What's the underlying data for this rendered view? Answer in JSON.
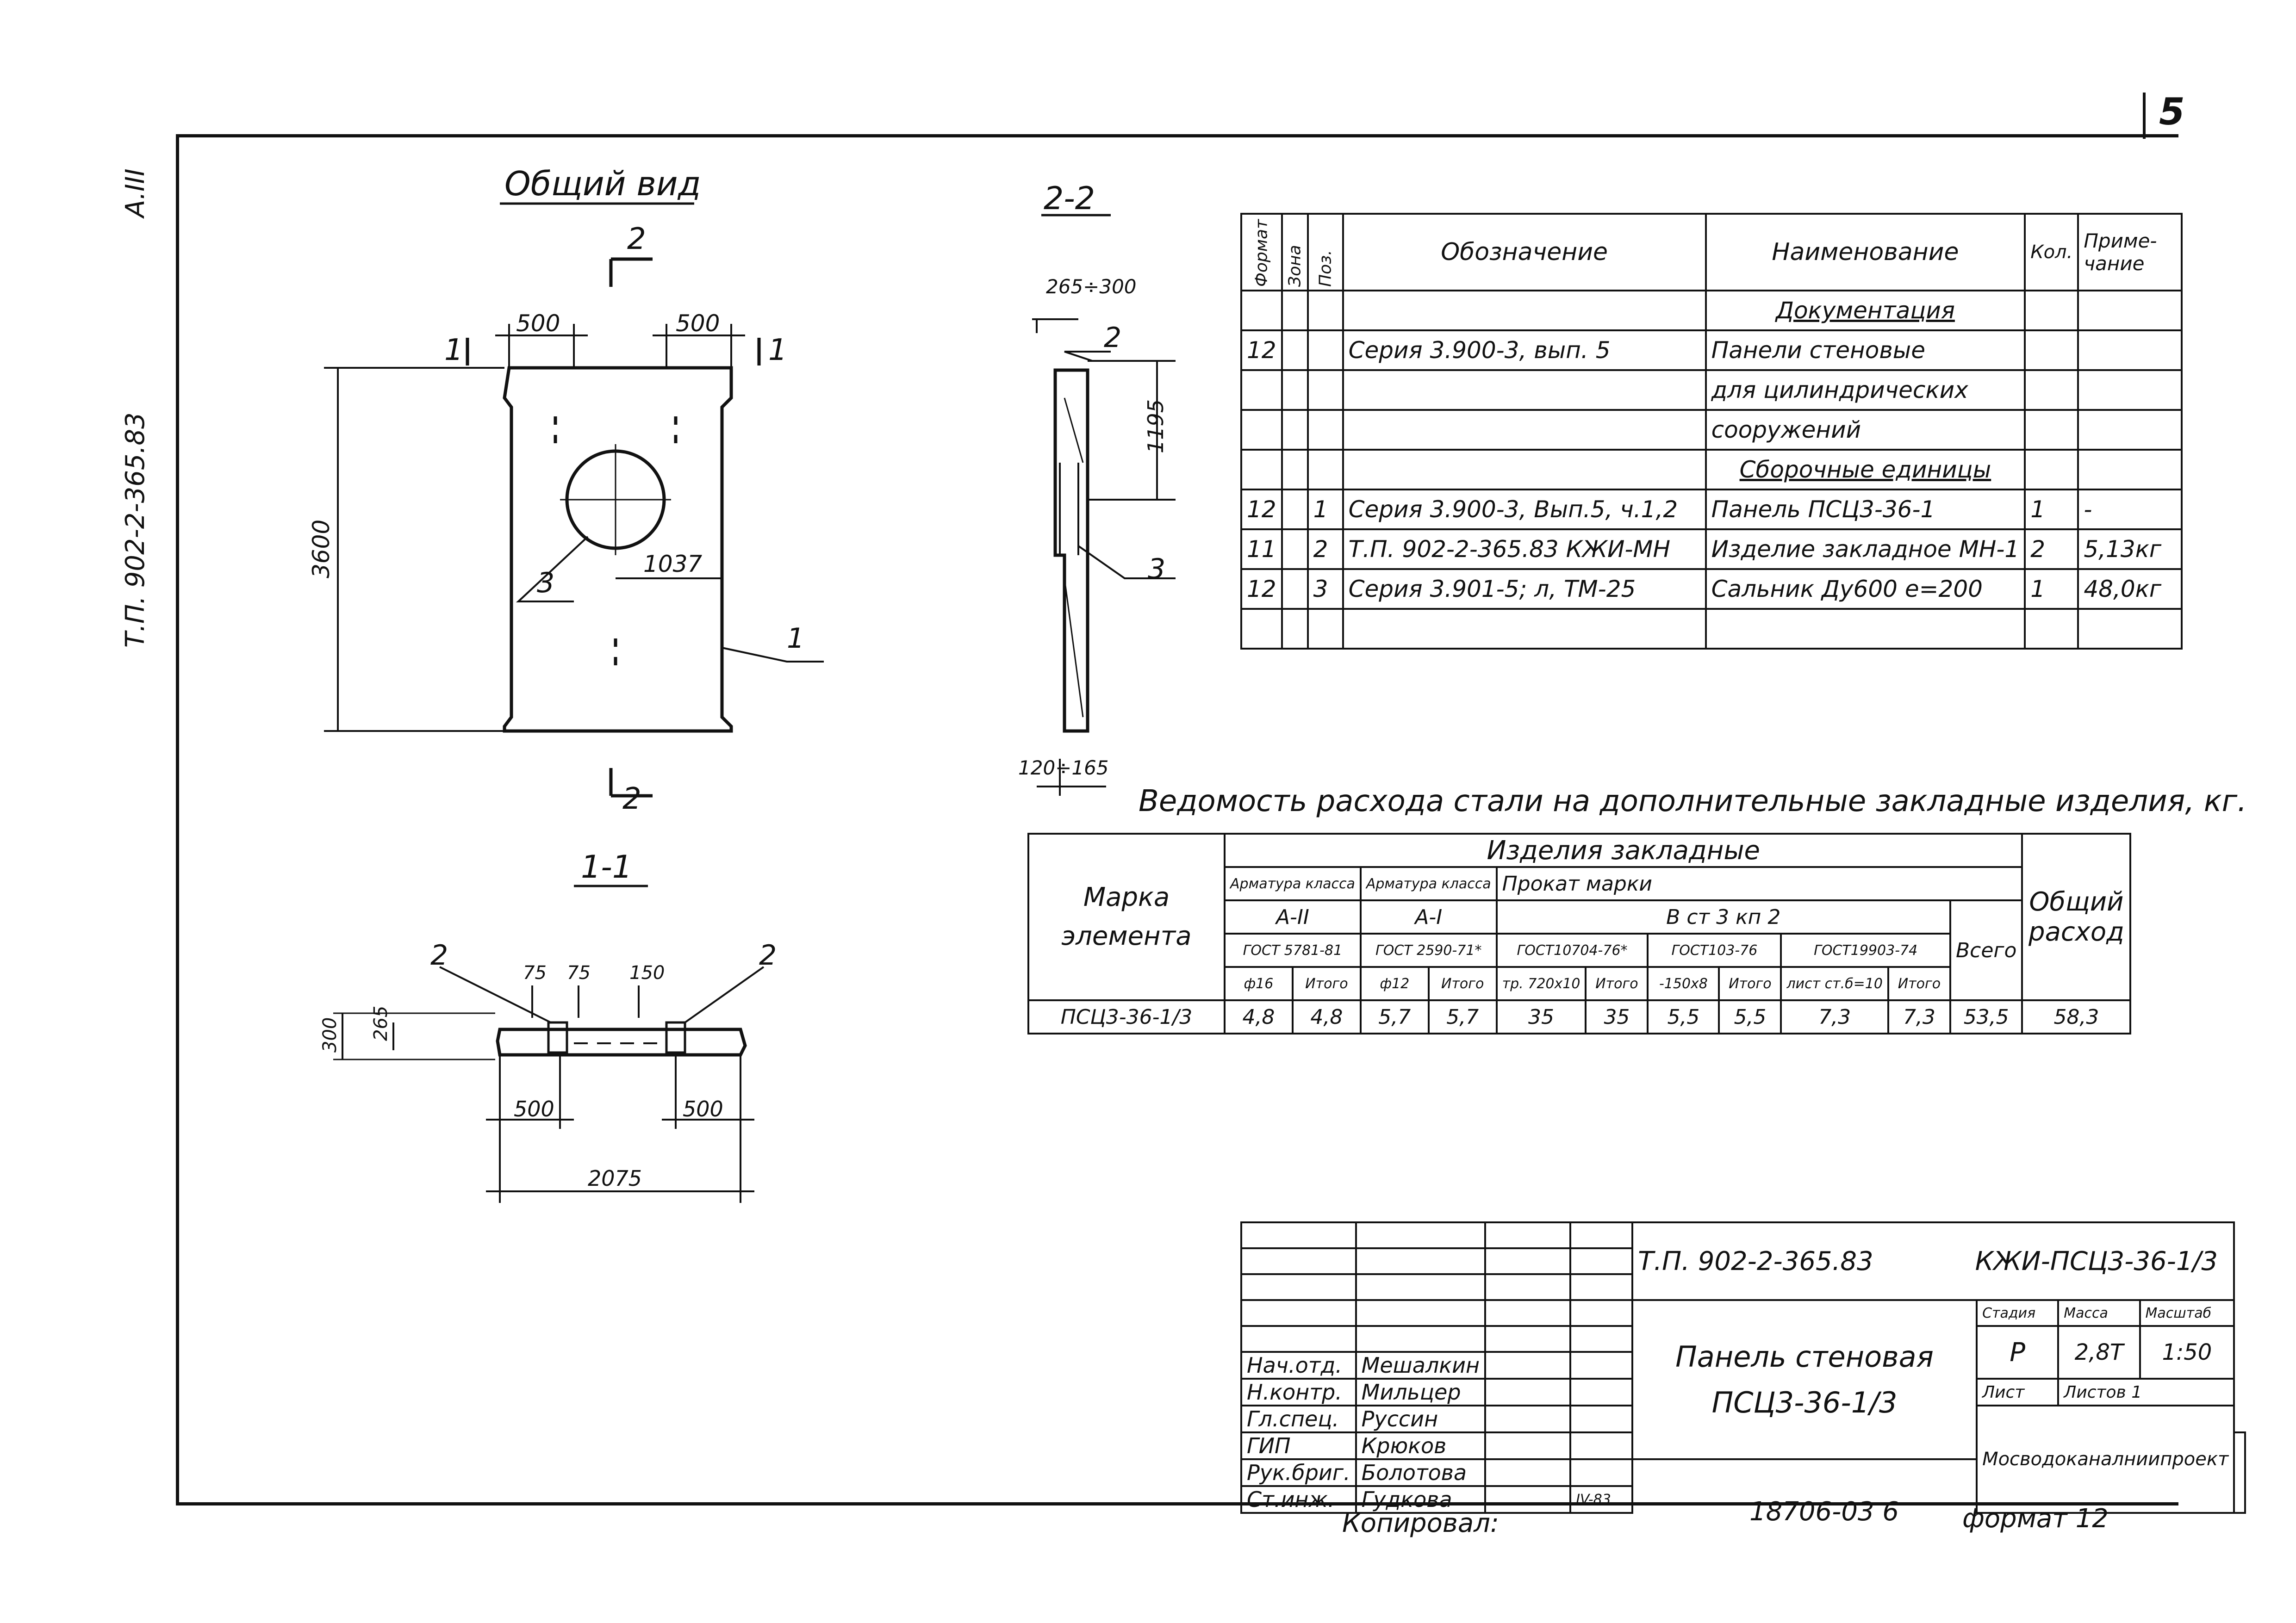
{
  "page_number": "5",
  "side_code": "Т.П. 902-2-365.83",
  "side_album": "А.III",
  "general_view": {
    "title": "Общий вид",
    "dims": {
      "width_left": "500",
      "width_right": "500",
      "height": "3600",
      "hole_offset": "1037"
    },
    "section_marks": {
      "s2": "2",
      "s1": "1"
    },
    "callouts": {
      "c1": "1",
      "c3": "3"
    }
  },
  "section_22": {
    "title": "2-2",
    "dims": {
      "top": "265÷300",
      "height": "1195",
      "bottom": "120÷165"
    },
    "callouts": {
      "c2": "2",
      "c3": "3"
    }
  },
  "section_11": {
    "title": "1-1",
    "dims": {
      "d75a": "75",
      "d75b": "75",
      "d150": "150",
      "d265": "265",
      "d300": "300",
      "d500a": "500",
      "d500b": "500",
      "d2075": "2075"
    },
    "callouts": {
      "c2a": "2",
      "c2b": "2"
    }
  },
  "spec_table": {
    "headers": {
      "format": "Формат",
      "zone": "Зона",
      "pos": "Поз.",
      "designation": "Обозначение",
      "name": "Наименование",
      "qty": "Кол.",
      "note": "Приме-чание"
    },
    "rows": [
      {
        "format": "",
        "zone": "",
        "pos": "",
        "designation": "",
        "name": "Документация",
        "qty": "",
        "note": ""
      },
      {
        "format": "12",
        "zone": "",
        "pos": "",
        "designation": "Серия 3.900-3,   вып. 5",
        "name": "Панели стеновые",
        "qty": "",
        "note": ""
      },
      {
        "format": "",
        "zone": "",
        "pos": "",
        "designation": "",
        "name": "для цилиндрических",
        "qty": "",
        "note": ""
      },
      {
        "format": "",
        "zone": "",
        "pos": "",
        "designation": "",
        "name": "сооружений",
        "qty": "",
        "note": ""
      },
      {
        "format": "",
        "zone": "",
        "pos": "",
        "designation": "",
        "name": "Сборочные единицы",
        "qty": "",
        "note": ""
      },
      {
        "format": "12",
        "zone": "",
        "pos": "1",
        "designation": "Серия 3.900-3, Вып.5, ч.1,2",
        "name": "Панель ПСЦ3-36-1",
        "qty": "1",
        "note": "-"
      },
      {
        "format": "11",
        "zone": "",
        "pos": "2",
        "designation": "Т.П. 902-2-365.83  КЖИ-МН",
        "name": "Изделие закладное МН-1",
        "qty": "2",
        "note": "5,13кг"
      },
      {
        "format": "12",
        "zone": "",
        "pos": "3",
        "designation": "Серия 3.901-5; л, ТМ-25",
        "name": "Сальник Ду600   е=200",
        "qty": "1",
        "note": "48,0кг"
      },
      {
        "format": "",
        "zone": "",
        "pos": "",
        "designation": "",
        "name": "",
        "qty": "",
        "note": ""
      }
    ]
  },
  "steel_table": {
    "caption": "Ведомость расхода стали на дополнительные закладные изделия, кг.",
    "h_mark": "Марка элемента",
    "h_items": "Изделия закладные",
    "h_arm_a2": "Арматура класса",
    "h_arm_a1": "Арматура класса",
    "h_prokat": "Прокат марки",
    "h_a2": "А-II",
    "h_a1": "А-I",
    "h_vst": "В ст 3 кп 2",
    "h_total": "Всего",
    "h_general": "Общий расход",
    "gost": [
      "ГОСТ 5781-81",
      "ГОСТ 2590-71*",
      "ГОСТ10704-76*",
      "ГОСТ103-76",
      "ГОСТ19903-74"
    ],
    "sub": [
      "ф16",
      "Итого",
      "ф12",
      "Итого",
      "тр. 720х10",
      "Итого",
      "-150х8",
      "Итого",
      "лист ст.б=10",
      "Итого"
    ],
    "row": {
      "mark": "ПСЦ3-36-1/3",
      "values": [
        "4,8",
        "4,8",
        "5,7",
        "5,7",
        "35",
        "35",
        "5,5",
        "5,5",
        "7,3",
        "7,3"
      ],
      "total": "53,5",
      "general": "58,3"
    }
  },
  "stamp": {
    "code": "Т.П. 902-2-365.83",
    "doc": "КЖИ-ПСЦ3-36-1/3",
    "title1": "Панель стеновая",
    "title2": "ПСЦ3-36-1/3",
    "stage_label": "Стадия",
    "mass_label": "Масса",
    "scale_label": "Масштаб",
    "stage": "Р",
    "mass": "2,8Т",
    "scale": "1:50",
    "sheet_label": "Лист",
    "sheets_label": "Листов 1",
    "org": "Мосводоканалниипроект",
    "people": [
      {
        "role": "Нач.отд.",
        "name": "Мешалкин"
      },
      {
        "role": "Н.контр.",
        "name": "Мильцер"
      },
      {
        "role": "Гл.спец.",
        "name": "Руссин"
      },
      {
        "role": "ГИП",
        "name": "Крюков"
      },
      {
        "role": "Рук.бриг.",
        "name": "Болотова"
      },
      {
        "role": "Ст.инж.",
        "name": "Гудкова"
      }
    ],
    "date": "IV-83"
  },
  "footer": {
    "copied": "Копировал:",
    "inv": "18706-03  6",
    "format": "формат 12"
  }
}
